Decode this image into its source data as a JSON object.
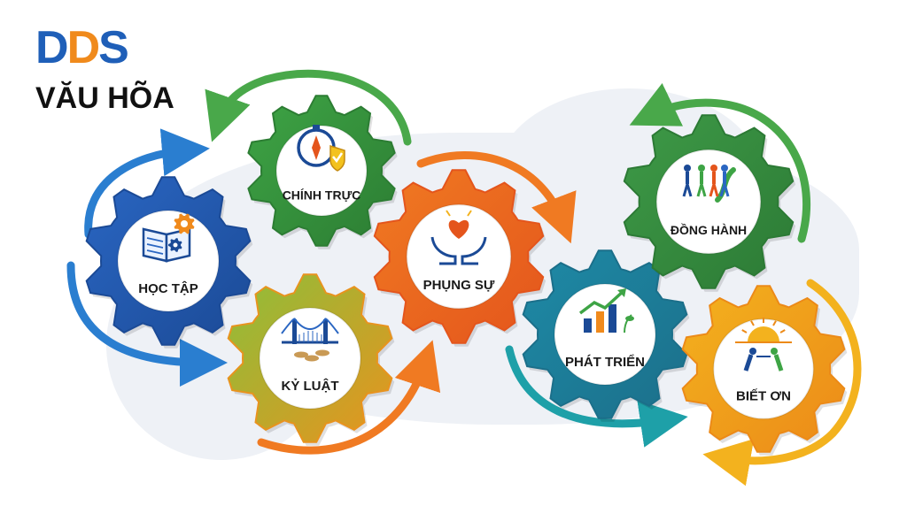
{
  "header": {
    "logo_text": "DDS",
    "title": "VĂU HÕA"
  },
  "gears": [
    {
      "id": "hoc-tap",
      "label": "HỌC TẬP",
      "icon": "open-book-gear-icon",
      "color_main": "#2a66c2",
      "color_edge": "#1b4a96"
    },
    {
      "id": "chinh-truc",
      "label": "CHÍNH TRỰC",
      "icon": "compass-shield-icon",
      "color_main": "#3ea445",
      "color_edge": "#2c7d33"
    },
    {
      "id": "ky-luat",
      "label": "KỶ LUẬT",
      "icon": "bridge-coins-icon",
      "color_main": "#8cbf3a",
      "color_edge": "#e8931e"
    },
    {
      "id": "phung-su",
      "label": "PHỤNG SỰ",
      "icon": "heart-hands-icon",
      "color_main": "#f07a22",
      "color_edge": "#e4551c"
    },
    {
      "id": "phat-trien",
      "label": "PHÁT TRIỂN",
      "icon": "growth-chart-icon",
      "color_main": "#1e8aa6",
      "color_edge": "#1b6f8a"
    },
    {
      "id": "dong-hanh",
      "label": "ĐỒNG HÀNH",
      "icon": "people-walking-icon",
      "color_main": "#3e9a47",
      "color_edge": "#2c7a35"
    },
    {
      "id": "biet-on",
      "label": "BIẾT ƠN",
      "icon": "sunrise-bowing-icon",
      "color_main": "#f3b21e",
      "color_edge": "#ec8a18"
    }
  ],
  "arrows": [
    {
      "id": "arrow-blue-top",
      "color": "#2a7ed0"
    },
    {
      "id": "arrow-blue-bottom",
      "color": "#2a7ed0"
    },
    {
      "id": "arrow-green-top",
      "color": "#49a84a"
    },
    {
      "id": "arrow-orange-top",
      "color": "#f07a22"
    },
    {
      "id": "arrow-orange-bottom",
      "color": "#f07a22"
    },
    {
      "id": "arrow-teal-bottom",
      "color": "#1ea0a8"
    },
    {
      "id": "arrow-green-right",
      "color": "#49a84a"
    },
    {
      "id": "arrow-yellow-right",
      "color": "#f3b21e"
    }
  ]
}
